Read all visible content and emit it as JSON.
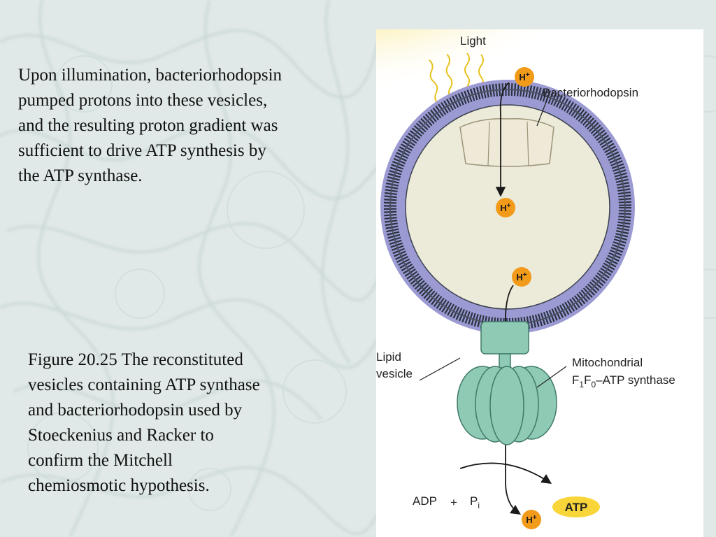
{
  "caption_top": [
    "Upon illumination, bacteriorhodopsin",
    "pumped protons into these vesicles,",
    "and the resulting proton gradient was",
    "sufficient to drive ATP synthesis by",
    "the ATP synthase."
  ],
  "caption_bottom": [
    "Figure 20.25 The reconstituted",
    "vesicles containing ATP synthase",
    "and bacteriorhodopsin used by",
    "Stoeckenius and Racker to",
    "confirm the Mitchell",
    "chemiosmotic hypothesis."
  ],
  "diagram": {
    "light": "Light",
    "bacteriorhodopsin": "Bacteriorhodopsin",
    "proton": "H+",
    "lipid_vesicle": [
      "Lipid",
      "vesicle"
    ],
    "synthase_line1": "Mitochondrial",
    "synthase_line2_parts": [
      "F",
      "1",
      "F",
      "0",
      "–ATP synthase"
    ],
    "adp": "ADP",
    "plus": "+",
    "pi": [
      "P",
      "i"
    ],
    "atp": "ATP"
  },
  "colors": {
    "background": "#dfe8e6",
    "light_glow": "#f7e27a",
    "light_rays": "#e8c21f",
    "proton_badge": "#f29a1a",
    "atp_badge": "#f8d63a",
    "vesicle_interior": "#ecead8",
    "membrane_head": "#9b9ad3",
    "membrane_tail": "#2a3340",
    "synthase": "#8fcab5",
    "bacteriorhodopsin_protein": "#efe9d7"
  }
}
